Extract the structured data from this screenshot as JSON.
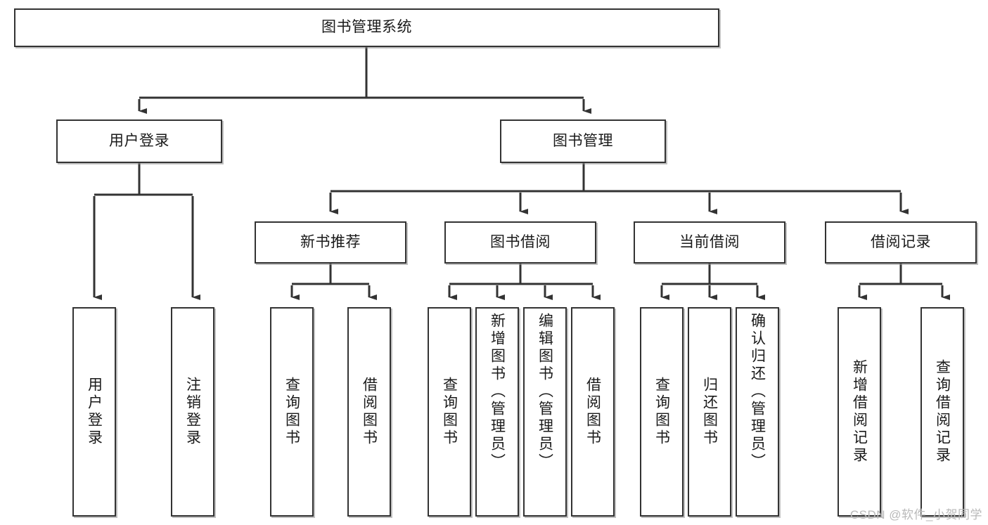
{
  "diagram": {
    "title": "图书管理系统",
    "watermark": "CSDN @软件_小贺同学",
    "line_color": "#333333",
    "box_border_color": "#333333",
    "box_fill_color": "#ffffff",
    "text_color": "#1a1a1a",
    "watermark_color": "#b9b9b9"
  },
  "root": {
    "label": "图书管理系统"
  },
  "level2": [
    {
      "label": "用户登录"
    },
    {
      "label": "图书管理"
    }
  ],
  "level3": [
    {
      "label": "新书推荐"
    },
    {
      "label": "图书借阅"
    },
    {
      "label": "当前借阅"
    },
    {
      "label": "借阅记录"
    }
  ],
  "leaves": {
    "user_login": [
      {
        "label": "用户登录"
      },
      {
        "label": "注销登录"
      }
    ],
    "new_book": [
      {
        "label": "查询图书"
      },
      {
        "label": "借阅图书"
      }
    ],
    "borrow_book": [
      {
        "label": "查询图书"
      },
      {
        "label": "新增图书（管理员）"
      },
      {
        "label": "编辑图书（管理员）"
      },
      {
        "label": "借阅图书"
      }
    ],
    "current_borrow": [
      {
        "label": "查询图书"
      },
      {
        "label": "归还图书"
      },
      {
        "label": "确认归还（管理员）"
      }
    ],
    "borrow_record": [
      {
        "label": "新增借阅记录"
      },
      {
        "label": "查询借阅记录"
      }
    ]
  }
}
